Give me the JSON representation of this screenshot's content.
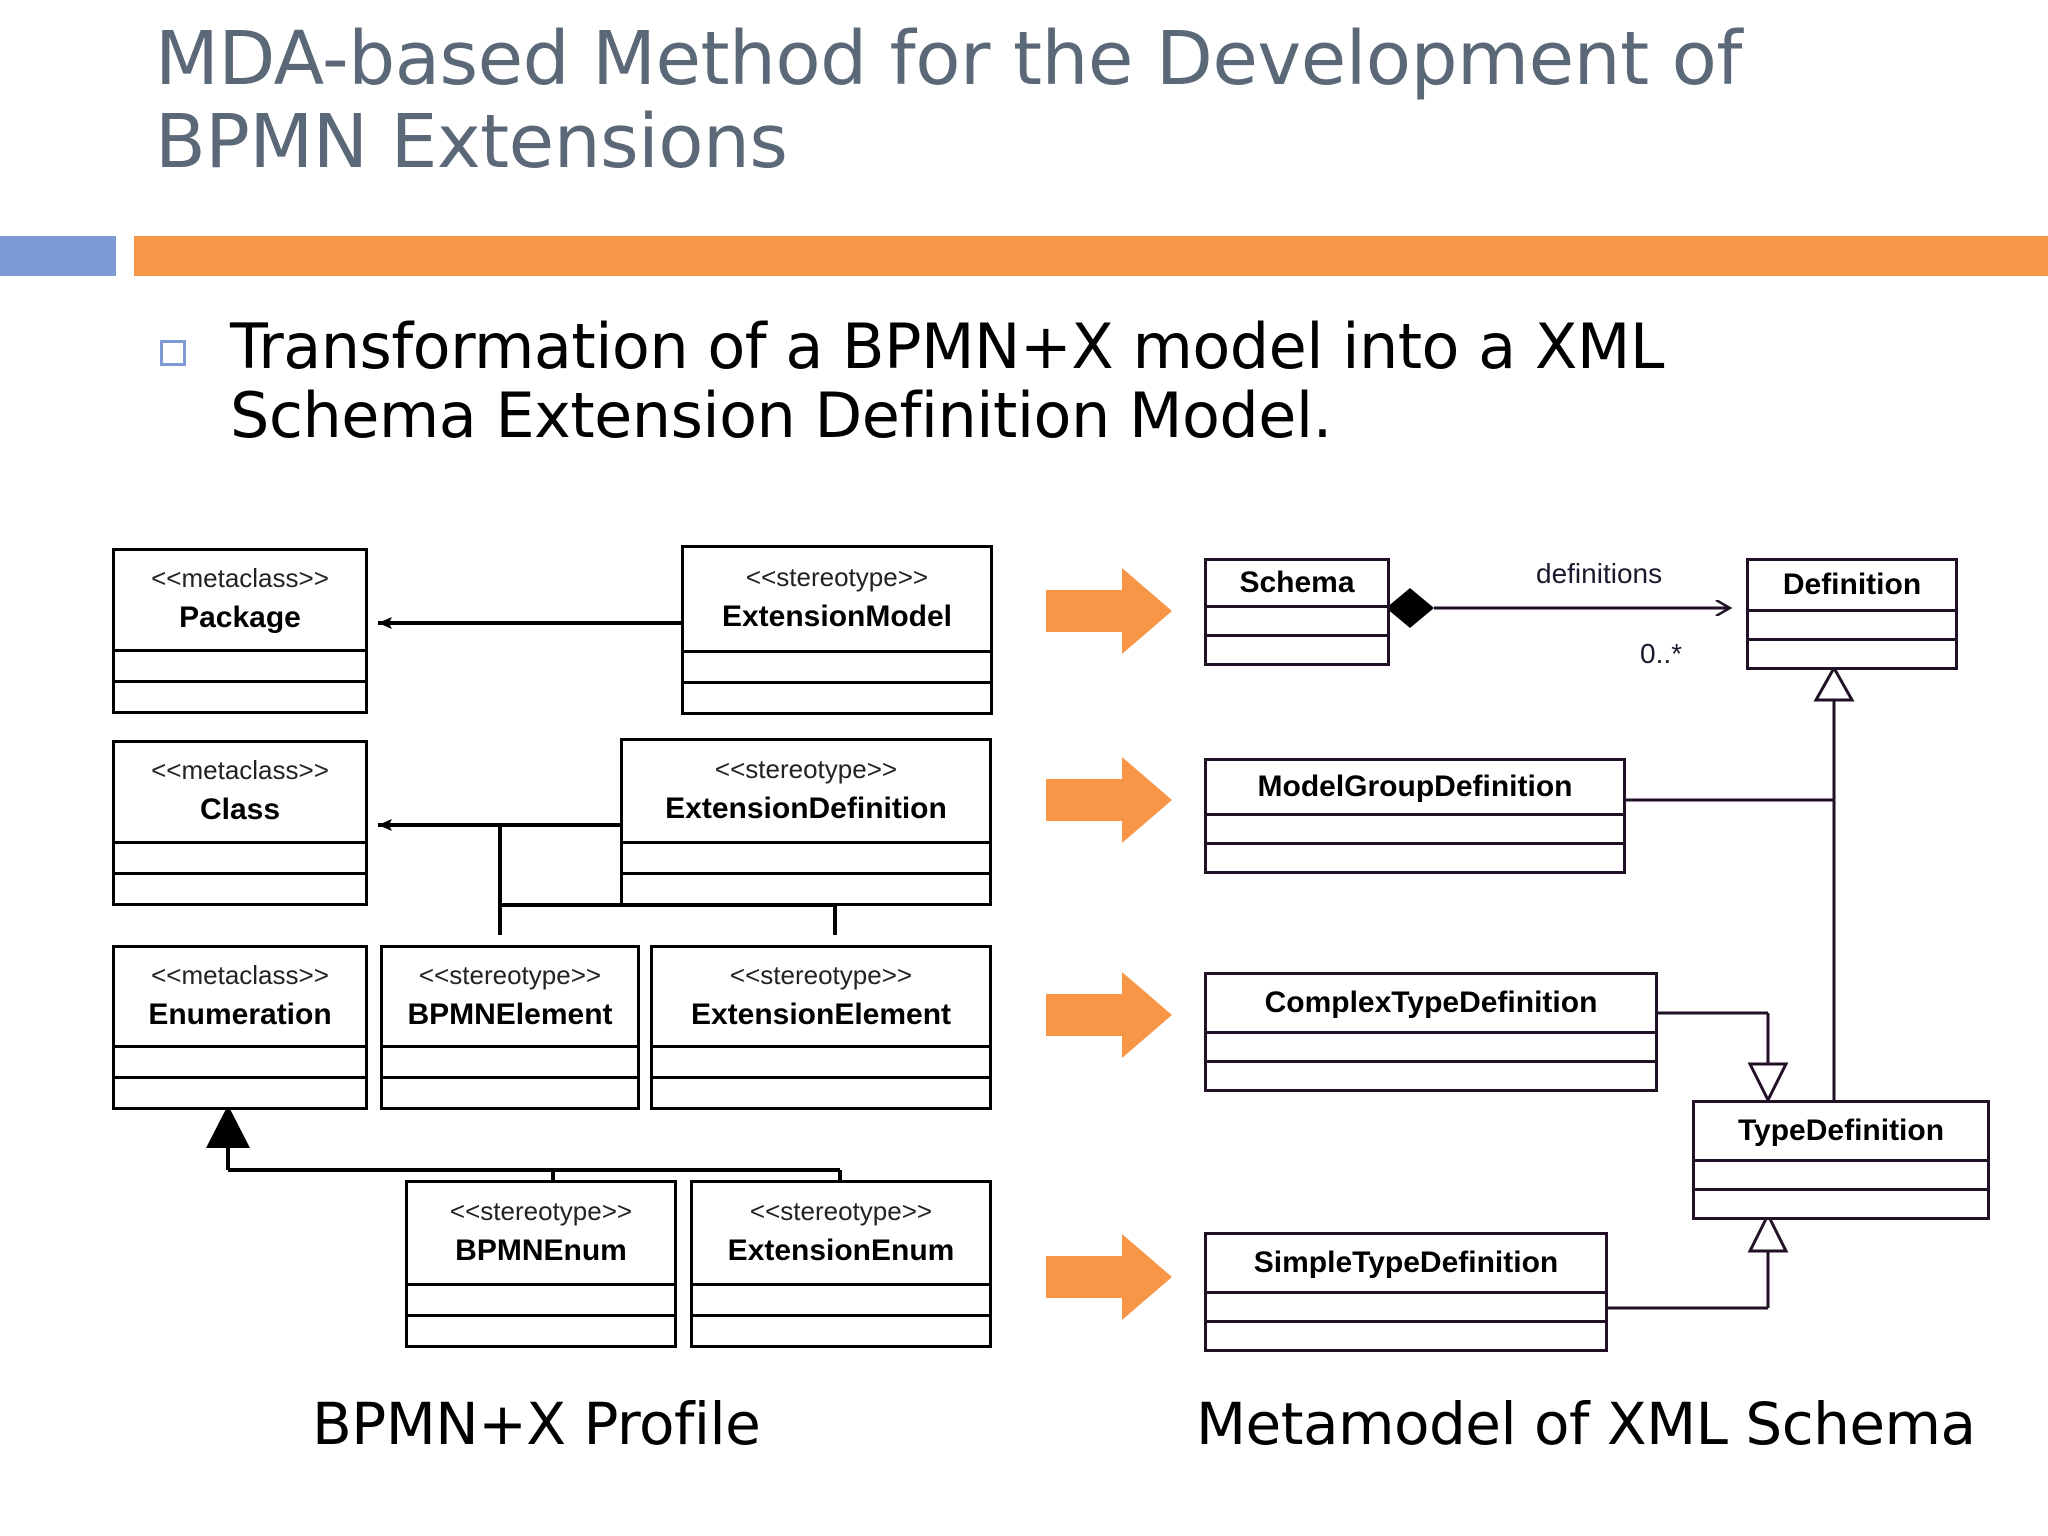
{
  "slide": {
    "title_lines": [
      "MDA-based Method for the Development of",
      "BPMN Extensions"
    ],
    "bullet_lines": [
      "Transformation of a BPMN+X model into a XML",
      "Schema Extension Definition Model."
    ],
    "bullet_marker": "hollow-square-bullet",
    "colors": {
      "title_text": "#5b6878",
      "rule_blue": "#7d9ad4",
      "rule_orange": "#f79646",
      "arrow_orange": "#f79646",
      "body_text": "#000000",
      "uml_border_left": "#000000",
      "uml_border_right": "#221126"
    }
  },
  "diagram": {
    "left_caption": "BPMN+X Profile",
    "right_caption": "Metamodel of XML Schema",
    "left_classes": [
      {
        "id": "package",
        "stereotype": "<<metaclass>>",
        "name": "Package"
      },
      {
        "id": "extension-model",
        "stereotype": "<<stereotype>>",
        "name": "ExtensionModel"
      },
      {
        "id": "class",
        "stereotype": "<<metaclass>>",
        "name": "Class"
      },
      {
        "id": "extension-definition",
        "stereotype": "<<stereotype>>",
        "name": "ExtensionDefinition"
      },
      {
        "id": "enumeration",
        "stereotype": "<<metaclass>>",
        "name": "Enumeration"
      },
      {
        "id": "bpmn-element",
        "stereotype": "<<stereotype>>",
        "name": "BPMNElement"
      },
      {
        "id": "extension-element",
        "stereotype": "<<stereotype>>",
        "name": "ExtensionElement"
      },
      {
        "id": "bpmn-enum",
        "stereotype": "<<stereotype>>",
        "name": "BPMNEnum"
      },
      {
        "id": "extension-enum",
        "stereotype": "<<stereotype>>",
        "name": "ExtensionEnum"
      }
    ],
    "right_classes": [
      {
        "id": "schema",
        "name": "Schema"
      },
      {
        "id": "definition",
        "name": "Definition"
      },
      {
        "id": "model-group-definition",
        "name": "ModelGroupDefinition"
      },
      {
        "id": "complex-type-definition",
        "name": "ComplexTypeDefinition"
      },
      {
        "id": "type-definition",
        "name": "TypeDefinition"
      },
      {
        "id": "simple-type-definition",
        "name": "SimpleTypeDefinition"
      }
    ],
    "edge_labels": {
      "definitions_role": "definitions",
      "definitions_multiplicity": "0..*"
    },
    "transform_arrows": [
      {
        "id": "arrow-extension-model-to-schema"
      },
      {
        "id": "arrow-extension-definition-to-model-group"
      },
      {
        "id": "arrow-extension-element-to-complex-type"
      },
      {
        "id": "arrow-extension-enum-to-simple-type"
      }
    ]
  }
}
